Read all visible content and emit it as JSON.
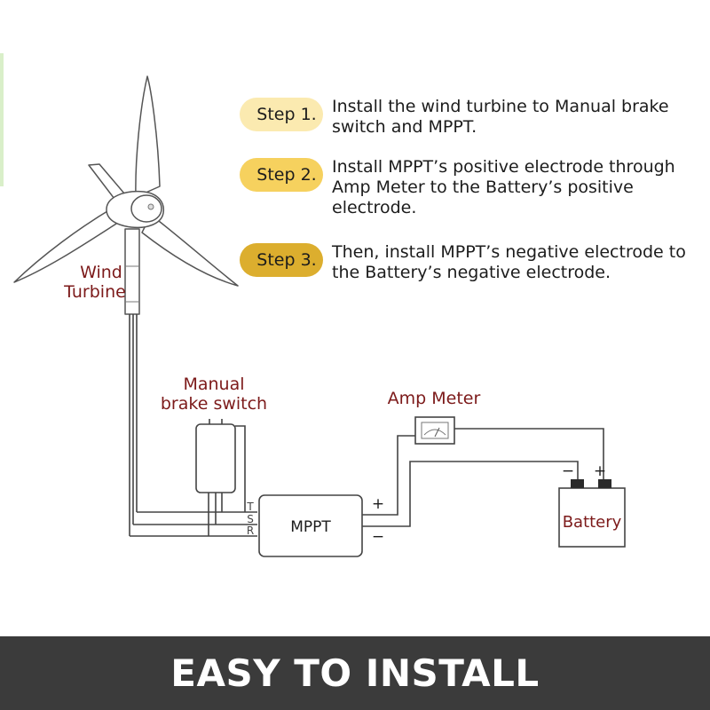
{
  "steps": [
    {
      "tag": "Step 1.",
      "text": "Install the wind turbine to Manual brake switch and MPPT.",
      "color": "#fbeab0"
    },
    {
      "tag": "Step 2.",
      "text": "Install MPPT’s positive electrode through Amp Meter to the Battery’s positive electrode.",
      "color": "#f6d15e"
    },
    {
      "tag": "Step 3.",
      "text": "Then, install MPPT’s negative electrode to the Battery’s negative electrode.",
      "color": "#dcae2e"
    }
  ],
  "labels": {
    "wind": "Wind",
    "turbine": "Turbine",
    "manual": "Manual",
    "brake_switch": "brake switch",
    "amp_meter": "Amp Meter",
    "mppt": "MPPT",
    "battery": "Battery",
    "terminal_t": "T",
    "terminal_s": "S",
    "terminal_r": "R",
    "plus": "+",
    "minus": "−"
  },
  "banner": "EASY TO INSTALL",
  "colors": {
    "label": "#7c1a1a",
    "line": "#444444",
    "banner_bg": "#3b3b3b"
  }
}
